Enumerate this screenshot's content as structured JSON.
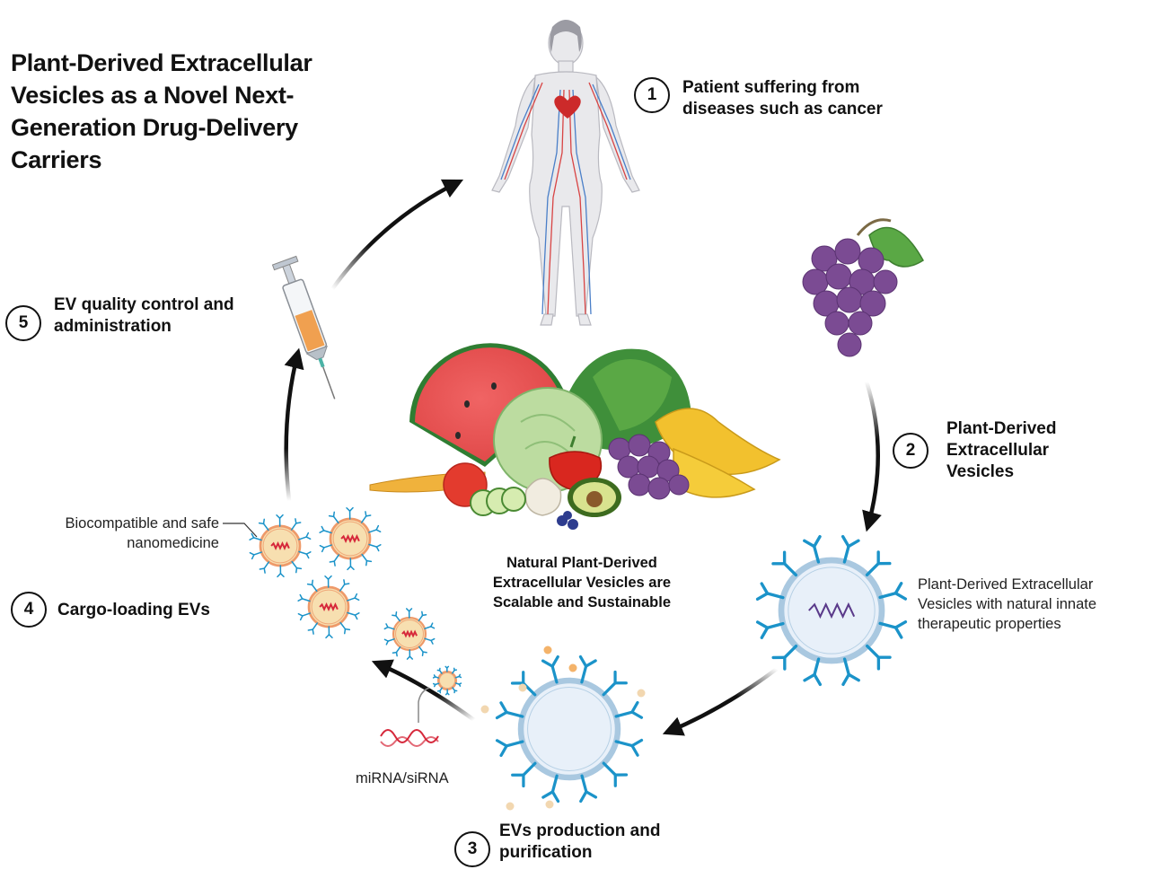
{
  "title": "Plant-Derived Extracellular Vesicles as a Novel Next-Generation Drug-Delivery Carriers",
  "steps": [
    {
      "num": "1",
      "label": "Patient suffering from diseases such as cancer"
    },
    {
      "num": "2",
      "label": "Plant-Derived Extracellular Vesicles"
    },
    {
      "num": "3",
      "label": "EVs production and purification"
    },
    {
      "num": "4",
      "label": "Cargo-loading EVs"
    },
    {
      "num": "5",
      "label": "EV quality control and administration"
    }
  ],
  "notes": {
    "innate": "Plant-Derived Extracellular Vesicles with natural innate therapeutic properties",
    "biocompatible": "Biocompatible and safe nanomedicine",
    "rna": "miRNA/siRNA",
    "center": "Natural Plant-Derived Extracellular Vesicles are Scalable and Sustainable"
  },
  "colors": {
    "arrow": "#111111",
    "vesicle_membrane": "#a9c8e0",
    "vesicle_fill": "#e8f0f9",
    "receptor": "#1b93c9",
    "loaded_vesicle_fill": "#f7dfb0",
    "loaded_vesicle_ring": "#ee9a6a",
    "rna": "#d6283b",
    "grape": "#7b4b93",
    "leaf": "#5aa845"
  }
}
